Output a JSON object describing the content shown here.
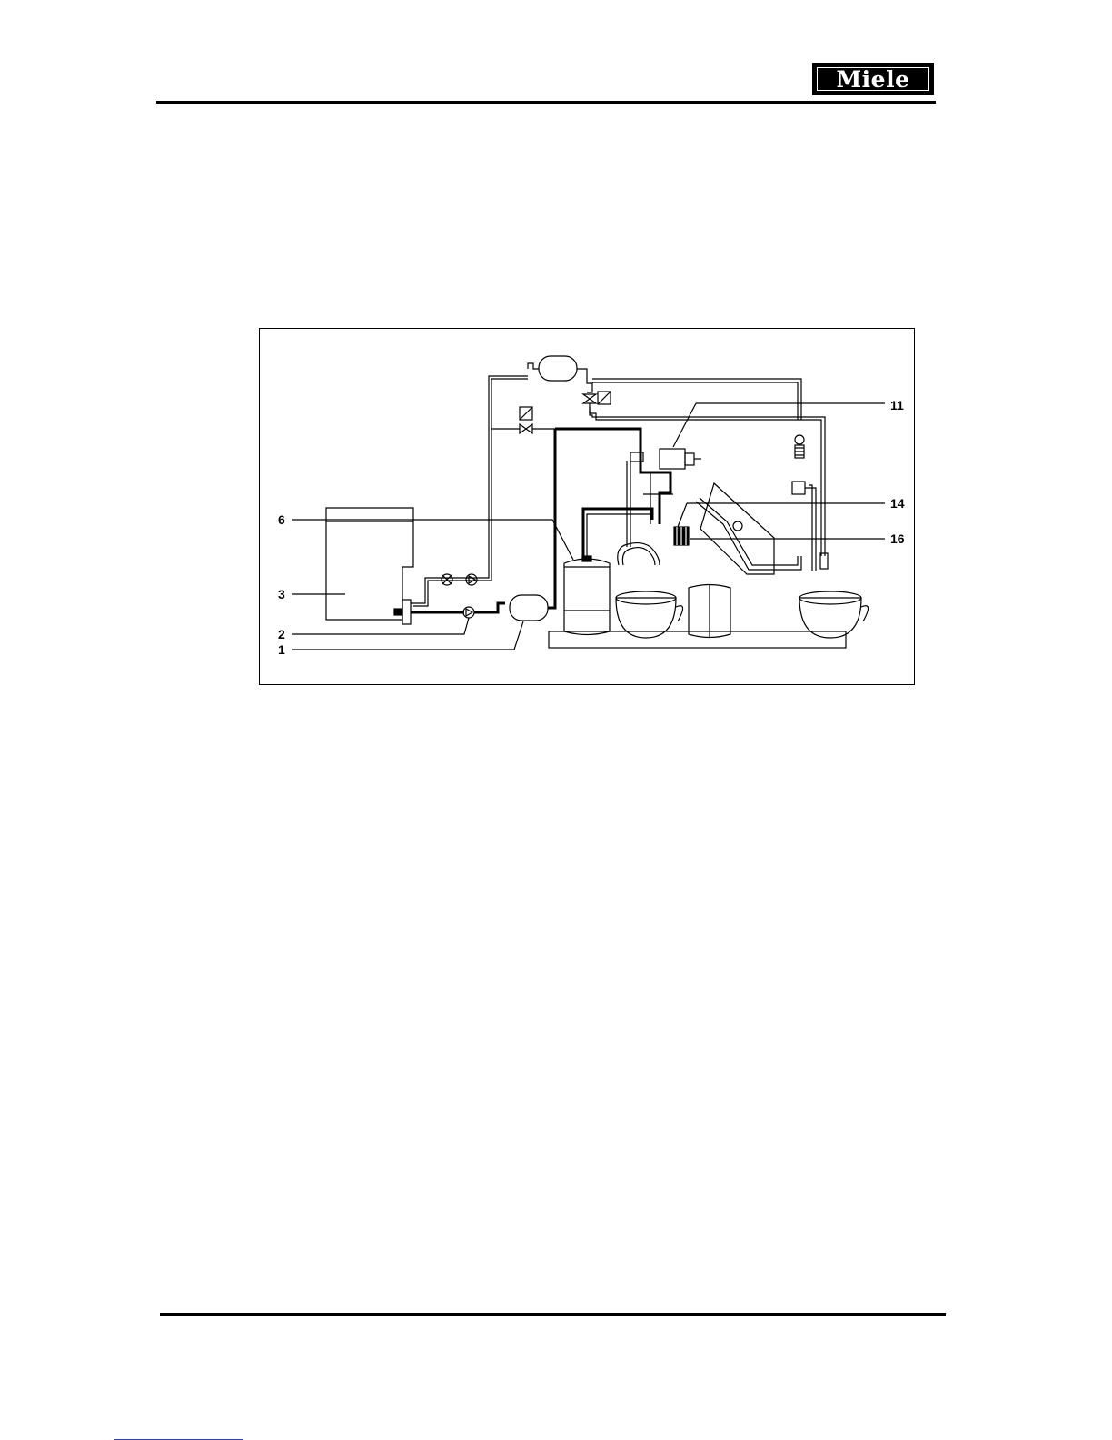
{
  "header": {
    "brand_logo_text": "Miele"
  },
  "diagram": {
    "callouts": [
      {
        "id": "11",
        "label": "11"
      },
      {
        "id": "14",
        "label": "14"
      },
      {
        "id": "16",
        "label": "16"
      },
      {
        "id": "6",
        "label": "6"
      },
      {
        "id": "3",
        "label": "3"
      },
      {
        "id": "2",
        "label": "2"
      },
      {
        "id": "1",
        "label": "1"
      }
    ]
  }
}
